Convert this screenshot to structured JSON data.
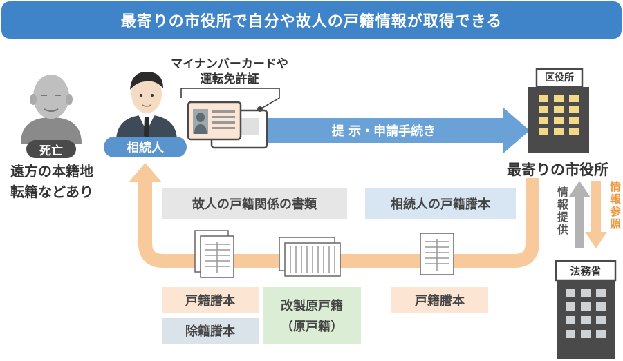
{
  "title": "最寄りの市役所で自分や故人の戸籍情報が取得できる",
  "deceased": {
    "badge": "死亡",
    "note_line1": "遠方の本籍地",
    "note_line2": "転籍などあり"
  },
  "heir": {
    "badge": "相続人"
  },
  "id_card_callout": {
    "line1": "マイナンバーカードや",
    "line2": "運転免許証"
  },
  "submit_arrow_label": "提 示・申請手続き",
  "city_office": {
    "building_sign": "区役所",
    "label": "最寄りの市役所"
  },
  "ministry": {
    "building_sign": "法務省"
  },
  "info_provide": "情報提供",
  "info_reference": "情報参照",
  "documents": {
    "deceased_header": "故人の戸籍関係の書類",
    "heir_header": "相続人の戸籍謄本",
    "koseki_tohon": "戸籍謄本",
    "joseki_tohon": "除籍謄本",
    "kaisei_line1": "改製原戸籍",
    "kaisei_line2": "（原戸籍）",
    "heir_koseki_tohon": "戸籍謄本"
  },
  "colors": {
    "title_bg": "#3f84c8",
    "arrow_blue": "#6aa2d8",
    "flow_orange": "#f8c99b",
    "orange_text": "#f0963c",
    "gray_arrow": "#b3b3b3",
    "box_gray": "#e6e6e6",
    "box_blue": "#d8e5f3",
    "box_orange": "#fce6d3",
    "box_slate": "#dbe3ea",
    "box_green": "#dcedd5"
  }
}
